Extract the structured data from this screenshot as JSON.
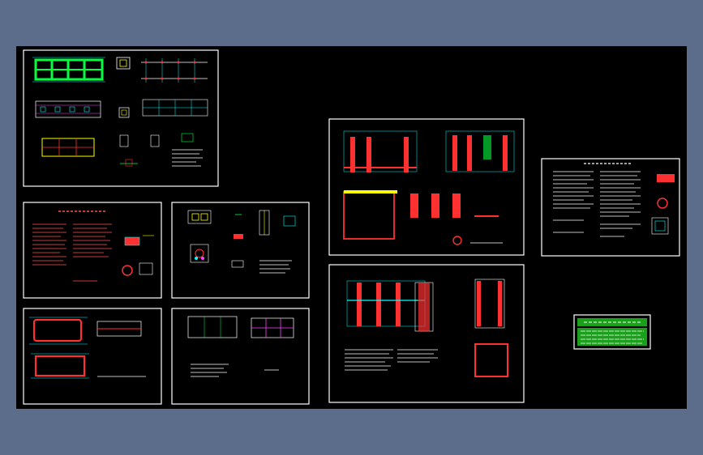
{
  "window": {
    "title": "",
    "background_color": "#5b6d8a",
    "canvas_color": "#000000"
  },
  "colors": {
    "frame": "#ffffff",
    "rebar": "#ff3030",
    "dimension": "#00ffff",
    "grid": "#00ff40",
    "annotation": "#ffffff",
    "stamp_fill": "#1aa01a",
    "highlight": "#ffff00",
    "magenta": "#ff40ff"
  },
  "sheets": [
    {
      "id": "sheet-1",
      "name": "foundation-plan-sheet",
      "layout": "plans"
    },
    {
      "id": "sheet-2",
      "name": "design-notes-sheet",
      "layout": "notes-red"
    },
    {
      "id": "sheet-3",
      "name": "detail-sheet",
      "layout": "details"
    },
    {
      "id": "sheet-4",
      "name": "plan-sheet-a",
      "layout": "plan-a"
    },
    {
      "id": "sheet-5",
      "name": "plan-sheet-b",
      "layout": "plan-b"
    },
    {
      "id": "sheet-6",
      "name": "section-sheet",
      "layout": "sections"
    },
    {
      "id": "sheet-7",
      "name": "wall-elevation-sheet",
      "layout": "walls"
    },
    {
      "id": "sheet-8",
      "name": "design-notes-sheet-2",
      "layout": "notes-white"
    }
  ],
  "stamp": {
    "icon": "title-block-stamp"
  }
}
